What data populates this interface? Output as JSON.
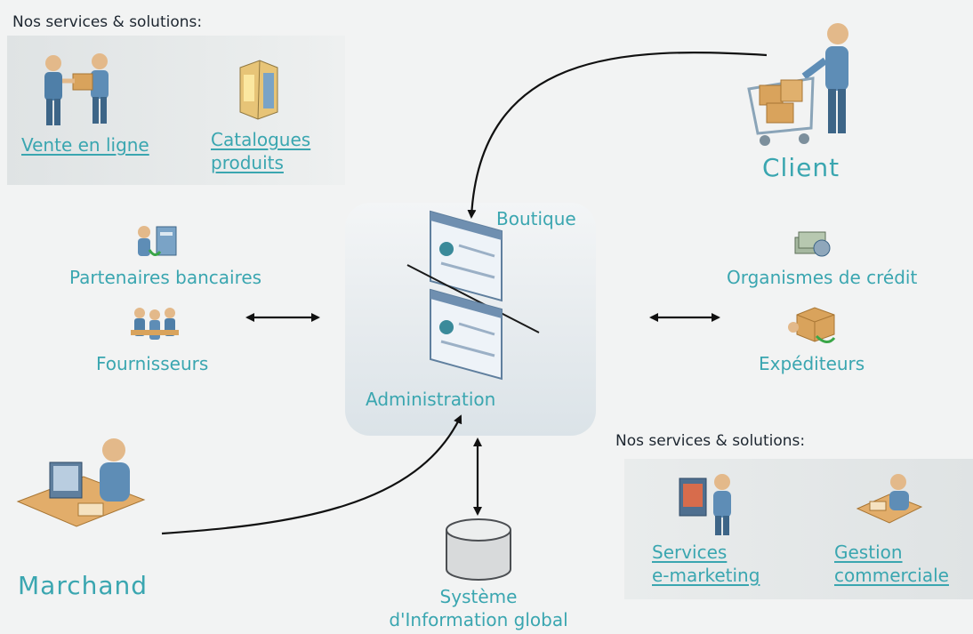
{
  "top_services": {
    "heading": "Nos services & solutions:",
    "items": [
      {
        "label": "Vente en ligne",
        "icon": "handshake-delivery-icon"
      },
      {
        "label": "Catalogues\nproduits",
        "icon": "catalog-box-icon"
      }
    ]
  },
  "bottom_services": {
    "heading": "Nos services & solutions:",
    "items": [
      {
        "label": "Services\ne-marketing",
        "icon": "emarketing-person-icon"
      },
      {
        "label": "Gestion\ncommerciale",
        "icon": "desk-worker-icon"
      }
    ]
  },
  "actors": {
    "client": "Client",
    "marchand": "Marchand"
  },
  "center": {
    "boutique": "Boutique",
    "administration": "Administration"
  },
  "left_partners": [
    {
      "label": "Partenaires bancaires",
      "icon": "bank-partner-icon"
    },
    {
      "label": "Fournisseurs",
      "icon": "suppliers-group-icon"
    }
  ],
  "right_partners": [
    {
      "label": "Organismes de crédit",
      "icon": "credit-money-icon"
    },
    {
      "label": "Expéditeurs",
      "icon": "shipping-box-icon"
    }
  ],
  "system": {
    "label": "Système\nd'Information global",
    "icon": "database-cylinder-icon"
  },
  "colors": {
    "accent": "#3aa6b0",
    "heading_text": "#1d2630",
    "panel": "#e3e7e8",
    "arrow": "#111111"
  }
}
